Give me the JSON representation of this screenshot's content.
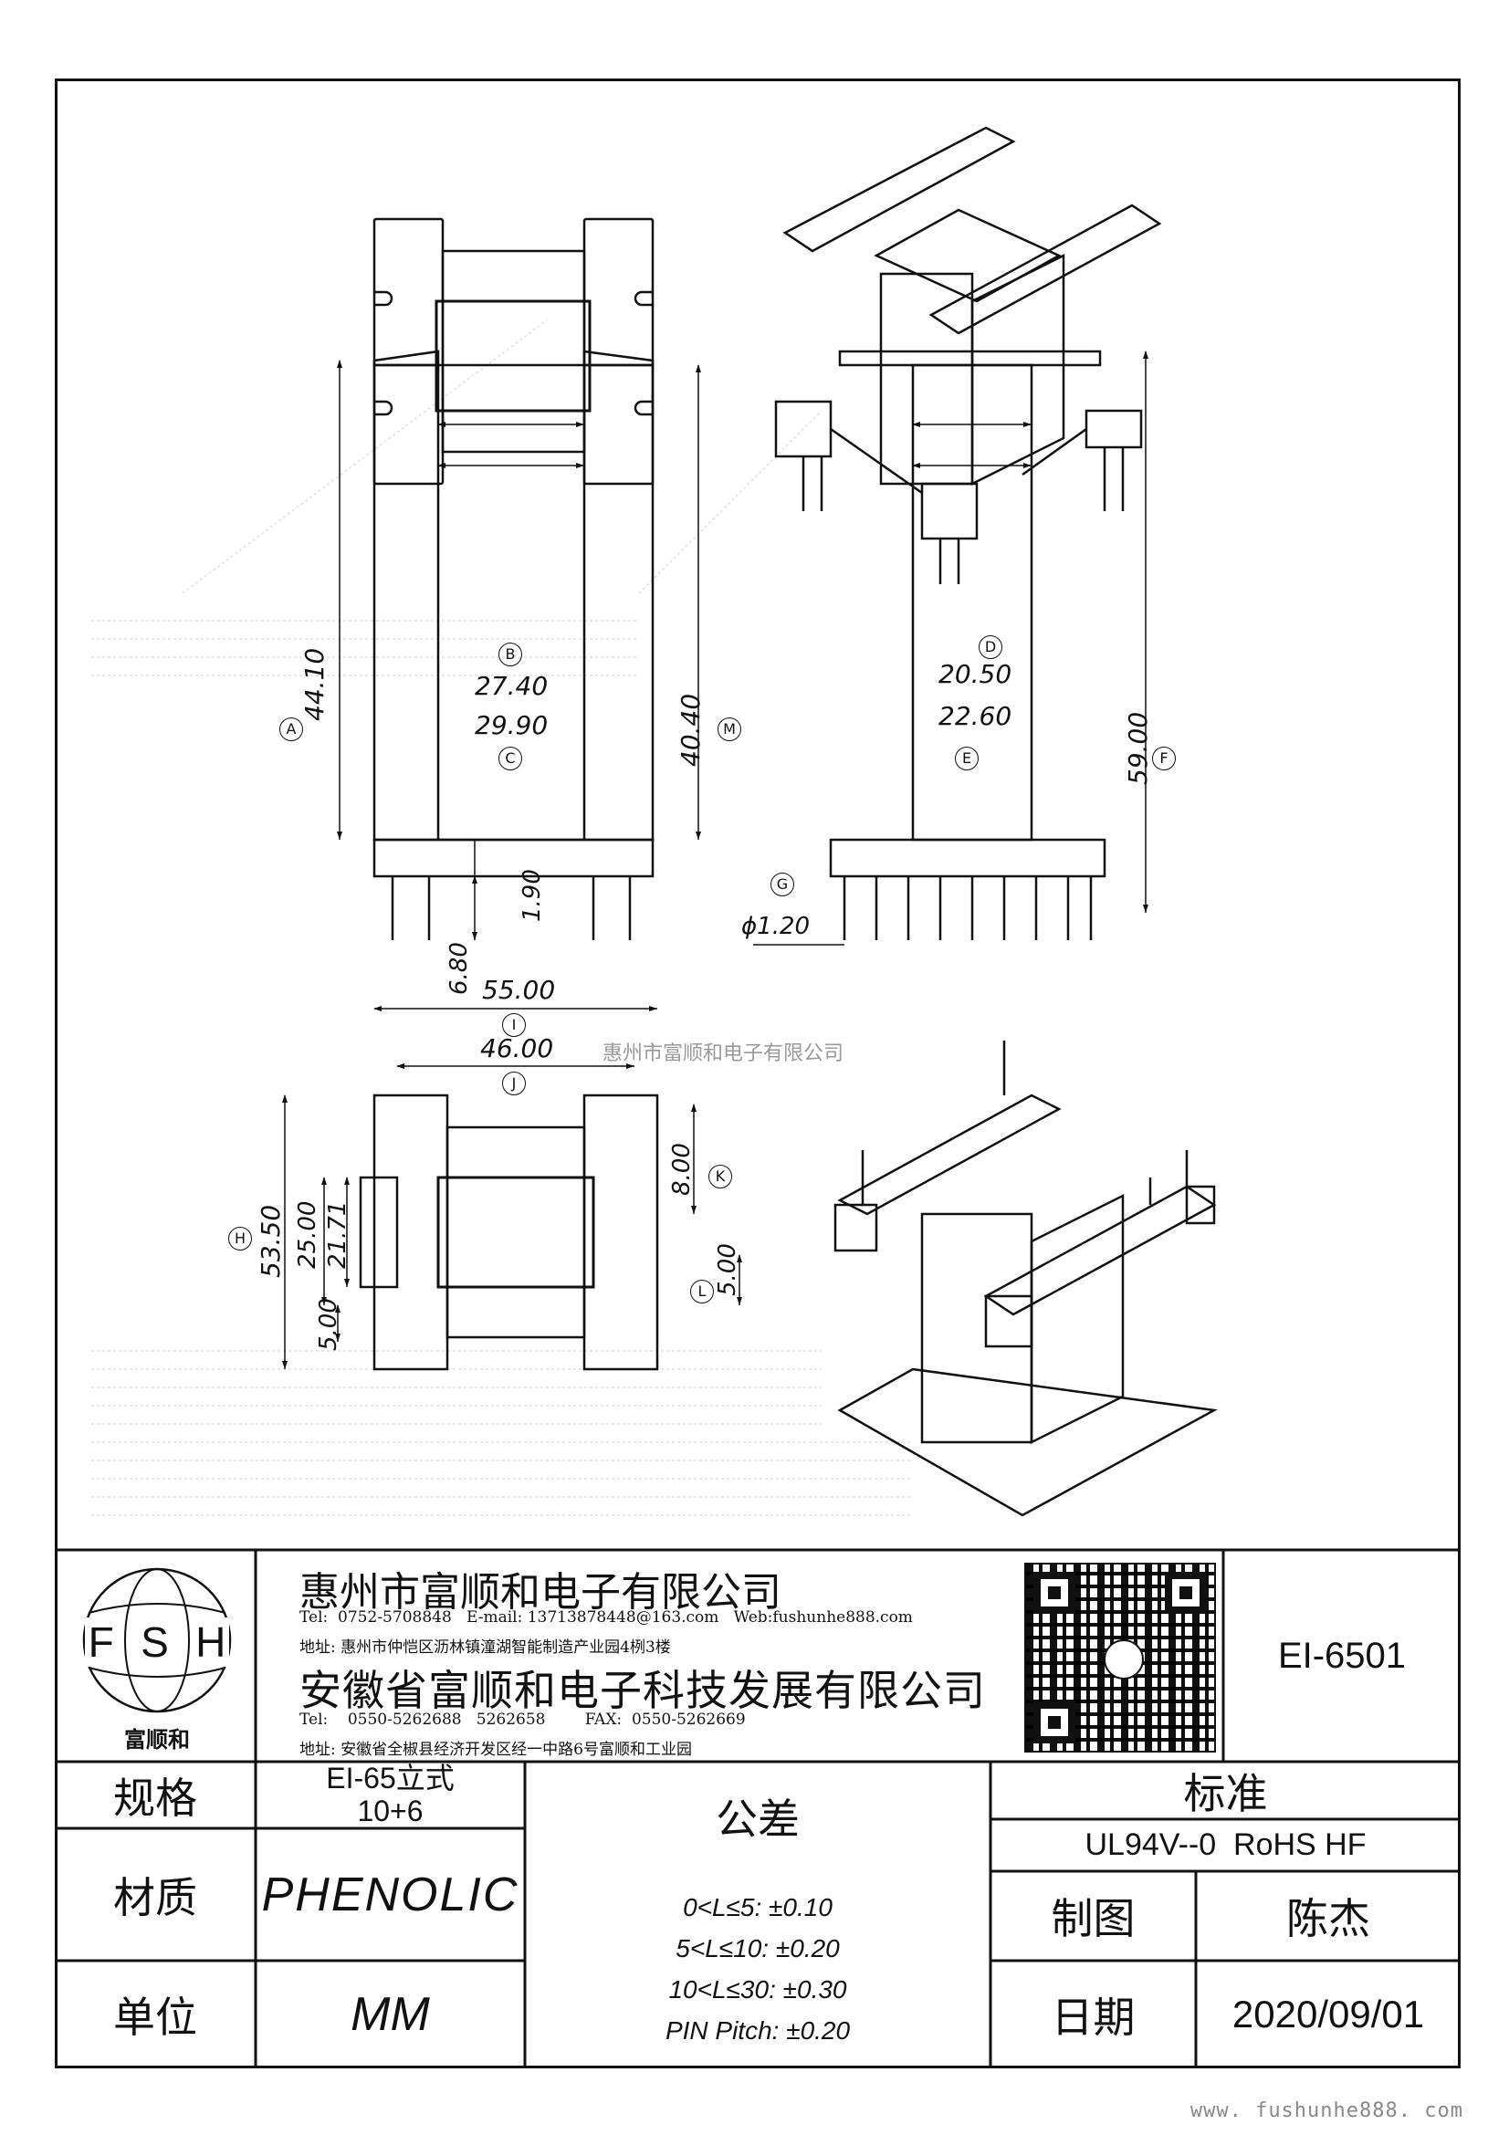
{
  "drawing": {
    "dimensions": {
      "A": {
        "label": "A",
        "value": "44.10"
      },
      "B": {
        "label": "B",
        "value": "27.40"
      },
      "C": {
        "label": "C",
        "value": "29.90"
      },
      "M": {
        "label": "M",
        "value": "40.40"
      },
      "pin_len": "6.80",
      "base_h": "1.90",
      "D": {
        "label": "D",
        "value": "20.50"
      },
      "E": {
        "label": "E",
        "value": "22.60"
      },
      "F": {
        "label": "F",
        "value": "59.00"
      },
      "G": {
        "label": "G",
        "value": "ϕ1.20"
      },
      "I": {
        "label": "I",
        "value": "55.00"
      },
      "J": {
        "label": "J",
        "value": "46.00"
      },
      "H": {
        "label": "H",
        "value": "53.50"
      },
      "h25": "25.00",
      "h2171": "21.71",
      "h5": "5.00",
      "K": {
        "label": "K",
        "value": "8.00"
      },
      "L": {
        "label": "L",
        "value": "5.00"
      }
    },
    "watermark": "惠州市富顺和电子有限公司"
  },
  "title_block": {
    "logo": {
      "letters": [
        "F",
        "S",
        "H"
      ],
      "caption": "富顺和"
    },
    "company1": {
      "name": "惠州市富顺和电子有限公司",
      "contact": "Tel:  0752-5708848   E-mail: 13713878448@163.com   Web:fushunhe888.com",
      "address": "地址:  惠州市仲恺区沥林镇潼湖智能制造产业园4栵3楼"
    },
    "company2": {
      "name": "安徽省富顺和电子科技发展有限公司",
      "contact": "Tel:    0550-5262688   5262658        FAX:  0550-5262669",
      "address": "地址:  安徽省全椒县经济开发区经一中路6号富顺和工业园"
    },
    "part_number": "EI-6501",
    "spec_label": "规格",
    "spec_value_line1": "EI-65立式",
    "spec_value_line2": "10+6",
    "material_label": "材质",
    "material_value": "PHENOLIC",
    "unit_label": "单位",
    "unit_value": "MM",
    "tolerance_label": "公差",
    "tolerances": [
      "0<L≤5: ±0.10",
      "5<L≤10: ±0.20",
      "10<L≤30: ±0.30",
      "PIN Pitch: ±0.20"
    ],
    "standard_label": "标准",
    "standard_value": "UL94V--0  RoHS HF",
    "drawn_label": "制图",
    "drawn_value": "陈杰",
    "date_label": "日期",
    "date_value": "2020/09/01"
  },
  "footer_url": "www. fushunhe888. com"
}
